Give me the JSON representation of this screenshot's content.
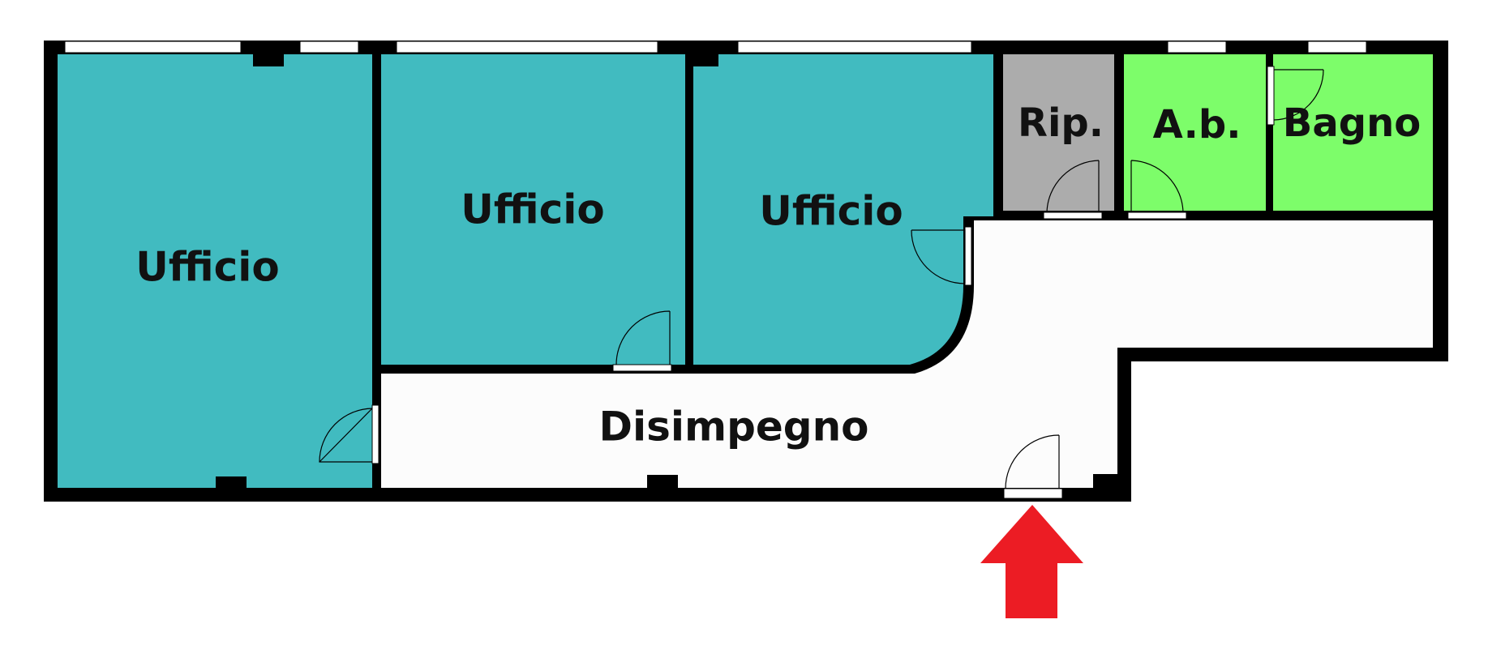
{
  "colors": {
    "office": "#41bbc0",
    "service": "#7dfd6a",
    "storage": "#acacac",
    "corridor": "#fcfcfc",
    "wall": "#000000",
    "entrance_arrow": "#ec1c24"
  },
  "rooms": [
    {
      "key": "ufficio-1",
      "label": "Ufficio",
      "kind": "office"
    },
    {
      "key": "ufficio-2",
      "label": "Ufficio",
      "kind": "office"
    },
    {
      "key": "ufficio-3",
      "label": "Ufficio",
      "kind": "office"
    },
    {
      "key": "ripostiglio",
      "label": "Rip.",
      "kind": "storage"
    },
    {
      "key": "antibagno",
      "label": "A.b.",
      "kind": "service"
    },
    {
      "key": "bagno",
      "label": "Bagno",
      "kind": "service"
    },
    {
      "key": "disimpegno",
      "label": "Disimpegno",
      "kind": "corridor"
    }
  ],
  "entrance": {
    "icon": "arrow-up-icon"
  }
}
